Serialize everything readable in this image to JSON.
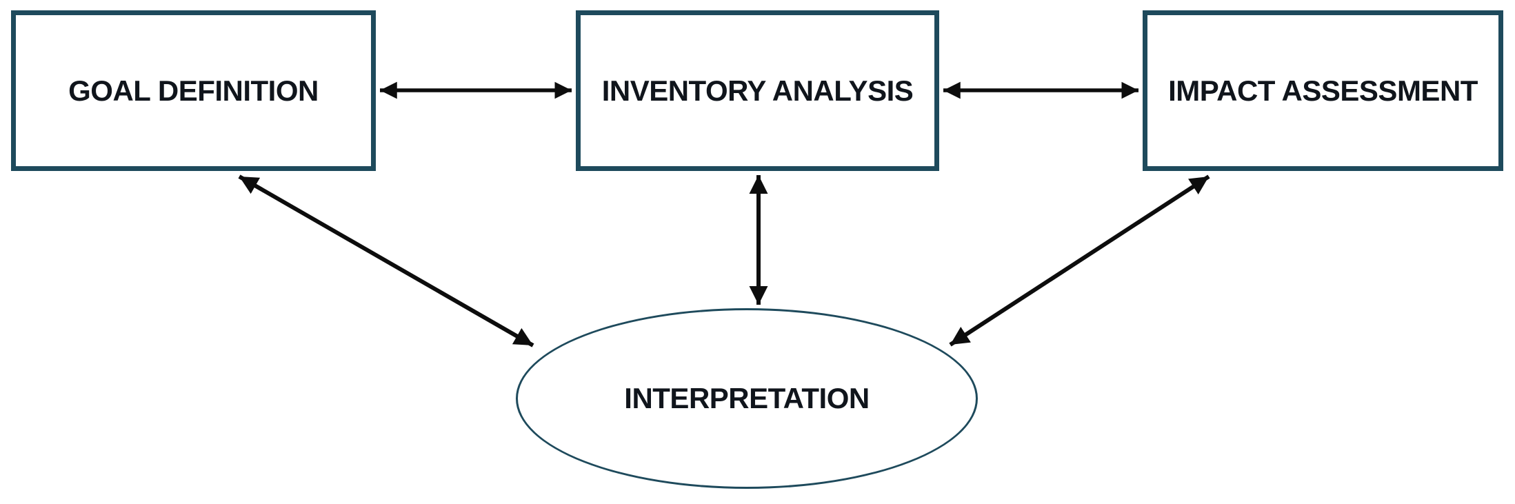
{
  "diagram": {
    "type": "flowchart",
    "nodes": {
      "goal_definition": {
        "label": "GOAL DEFINITION",
        "shape": "rectangle"
      },
      "inventory_analysis": {
        "label": "INVENTORY ANALYSIS",
        "shape": "rectangle"
      },
      "impact_assessment": {
        "label": "IMPACT ASSESSMENT",
        "shape": "rectangle"
      },
      "interpretation": {
        "label": "INTERPRETATION",
        "shape": "ellipse"
      }
    },
    "edges": [
      {
        "from": "goal_definition",
        "to": "inventory_analysis",
        "direction": "bidirectional"
      },
      {
        "from": "inventory_analysis",
        "to": "impact_assessment",
        "direction": "bidirectional"
      },
      {
        "from": "inventory_analysis",
        "to": "interpretation",
        "direction": "bidirectional"
      },
      {
        "from": "goal_definition",
        "to": "interpretation",
        "direction": "bidirectional"
      },
      {
        "from": "impact_assessment",
        "to": "interpretation",
        "direction": "bidirectional"
      }
    ],
    "theme": {
      "background": "#ffffff",
      "shape_border_color": "#1e4a5c",
      "text_color": "#10151c",
      "arrow_color": "#0d0d0d"
    }
  }
}
